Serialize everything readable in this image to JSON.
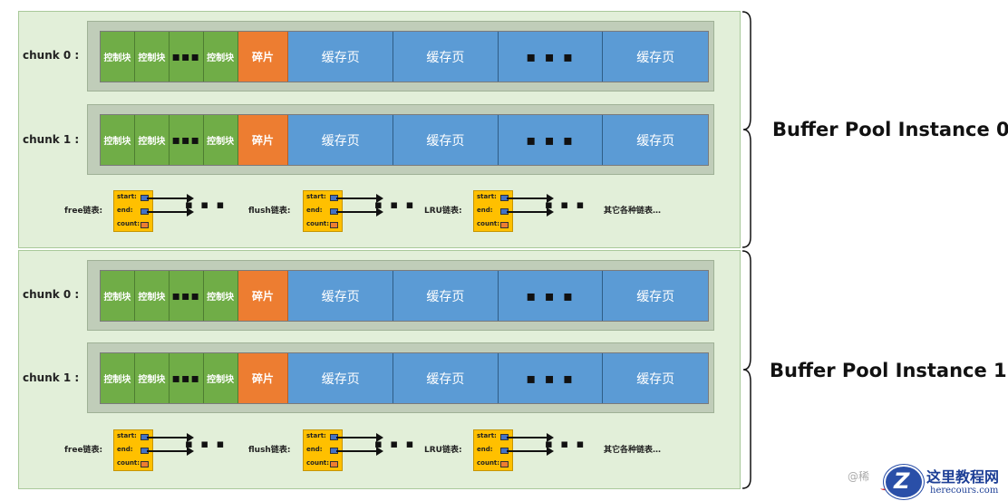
{
  "instances": [
    {
      "label": "Buffer Pool Instance 0",
      "chunks": [
        {
          "label": "chunk 0 :",
          "ctrl": [
            "控制块",
            "控制块",
            "▪▪▪",
            "控制块"
          ],
          "fragment": "碎片",
          "pages": [
            "缓存页",
            "缓存页",
            "▪ ▪ ▪",
            "缓存页"
          ]
        },
        {
          "label": "chunk 1 :",
          "ctrl": [
            "控制块",
            "控制块",
            "▪▪▪",
            "控制块"
          ],
          "fragment": "碎片",
          "pages": [
            "缓存页",
            "缓存页",
            "▪ ▪ ▪",
            "缓存页"
          ]
        }
      ],
      "lists": [
        {
          "label": "free链表:",
          "start": "start:",
          "end": "end:",
          "count": "count:",
          "dots": "▪ ▪ ▪"
        },
        {
          "label": "flush链表:",
          "start": "start:",
          "end": "end:",
          "count": "count:",
          "dots": "▪ ▪ ▪"
        },
        {
          "label": "LRU链表:",
          "start": "start:",
          "end": "end:",
          "count": "count:",
          "dots": "▪ ▪ ▪"
        }
      ],
      "others": "其它各种链表…"
    },
    {
      "label": "Buffer Pool Instance 1",
      "chunks": [
        {
          "label": "chunk 0 :",
          "ctrl": [
            "控制块",
            "控制块",
            "▪▪▪",
            "控制块"
          ],
          "fragment": "碎片",
          "pages": [
            "缓存页",
            "缓存页",
            "▪ ▪ ▪",
            "缓存页"
          ]
        },
        {
          "label": "chunk 1 :",
          "ctrl": [
            "控制块",
            "控制块",
            "▪▪▪",
            "控制块"
          ],
          "fragment": "碎片",
          "pages": [
            "缓存页",
            "缓存页",
            "▪ ▪ ▪",
            "缓存页"
          ]
        }
      ],
      "lists": [
        {
          "label": "free链表:",
          "start": "start:",
          "end": "end:",
          "count": "count:",
          "dots": "▪ ▪ ▪"
        },
        {
          "label": "flush链表:",
          "start": "start:",
          "end": "end:",
          "count": "count:",
          "dots": "▪ ▪ ▪"
        },
        {
          "label": "LRU链表:",
          "start": "start:",
          "end": "end:",
          "count": "count:",
          "dots": "▪ ▪ ▪"
        }
      ],
      "others": "其它各种链表…"
    }
  ],
  "watermark": {
    "at": "@稀",
    "site_cn": "这里教程网",
    "site_url": "herecours.com",
    "logo_letter": "Z"
  },
  "colors": {
    "control_block": "#70ad47",
    "fragment": "#ed7d31",
    "cache_page": "#5b9bd5",
    "list_node": "#ffc000",
    "instance_bg": "#e2efd9",
    "chunk_bg": "#c0cdb9"
  }
}
